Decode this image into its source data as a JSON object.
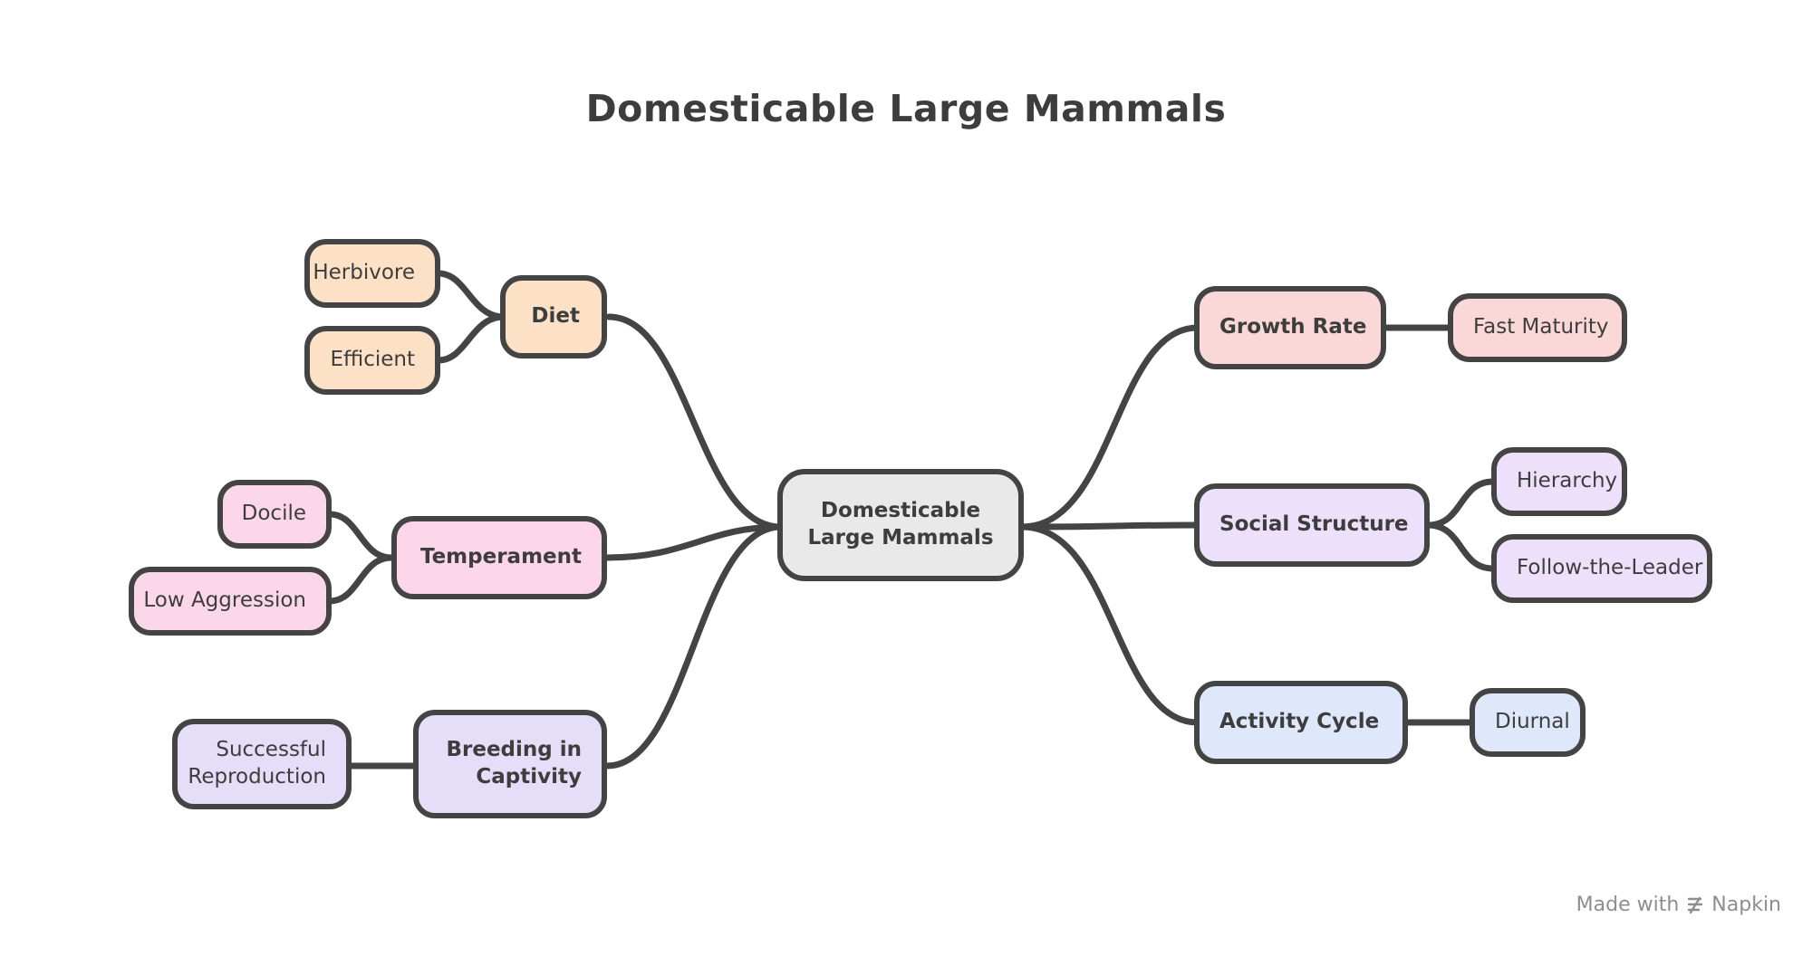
{
  "title": "Domesticable Large Mammals",
  "center": {
    "label_line1": "Domesticable",
    "label_line2": "Large Mammals",
    "fill": "#e9e9e9"
  },
  "branches": {
    "diet": {
      "label": "Diet",
      "fill": "#fde1c6",
      "children": [
        "Herbivore",
        "Efficient"
      ]
    },
    "temperament": {
      "label": "Temperament",
      "fill": "#fcd7ea",
      "children": [
        "Docile",
        "Low Aggression"
      ]
    },
    "breeding": {
      "label_line1": "Breeding in",
      "label_line2": "Captivity",
      "fill": "#e5def9",
      "child_line1": "Successful",
      "child_line2": "Reproduction"
    },
    "growth": {
      "label": "Growth Rate",
      "fill": "#fbd8d8",
      "children": [
        "Fast Maturity"
      ]
    },
    "social": {
      "label": "Social Structure",
      "fill": "#ece0fb",
      "children": [
        "Hierarchy",
        "Follow-the-Leader"
      ]
    },
    "activity": {
      "label": "Activity Cycle",
      "fill": "#dfe7fb",
      "children": [
        "Diurnal"
      ]
    }
  },
  "watermark": {
    "prefix": "Made with",
    "brand": "Napkin"
  },
  "colors": {
    "outline": "#444444",
    "text": "#3d3d3d",
    "watermark": "#8e8e8e"
  }
}
